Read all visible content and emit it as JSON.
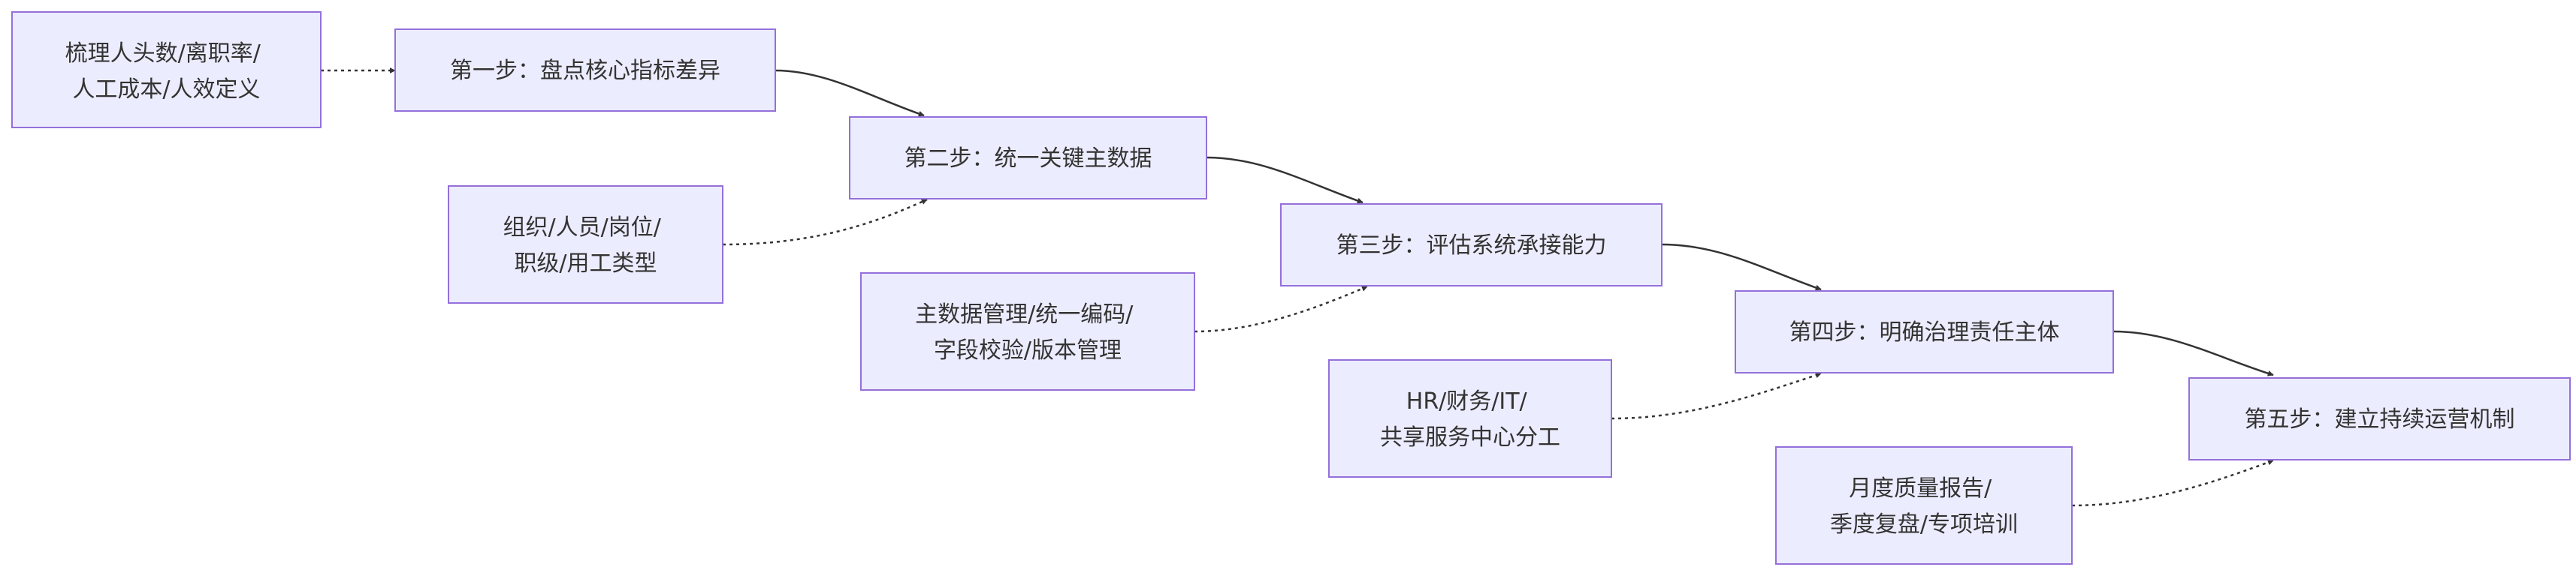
{
  "nodes": {
    "ctx1": {
      "lines": [
        "梳理人头数/离职率/",
        "人工成本/人效定义"
      ]
    },
    "step1": {
      "lines": [
        "第一步：盘点核心指标差异"
      ]
    },
    "ctx2": {
      "lines": [
        "组织/人员/岗位/",
        "职级/用工类型"
      ]
    },
    "step2": {
      "lines": [
        "第二步：统一关键主数据"
      ]
    },
    "ctx3": {
      "lines": [
        "主数据管理/统一编码/",
        "字段校验/版本管理"
      ]
    },
    "step3": {
      "lines": [
        "第三步：评估系统承接能力"
      ]
    },
    "ctx4": {
      "lines": [
        "HR/财务/IT/",
        "共享服务中心分工"
      ]
    },
    "step4": {
      "lines": [
        "第四步：明确治理责任主体"
      ]
    },
    "ctx5": {
      "lines": [
        "月度质量报告/",
        "季度复盘/专项培训"
      ]
    },
    "step5": {
      "lines": [
        "第五步：建立持续运营机制"
      ]
    }
  }
}
